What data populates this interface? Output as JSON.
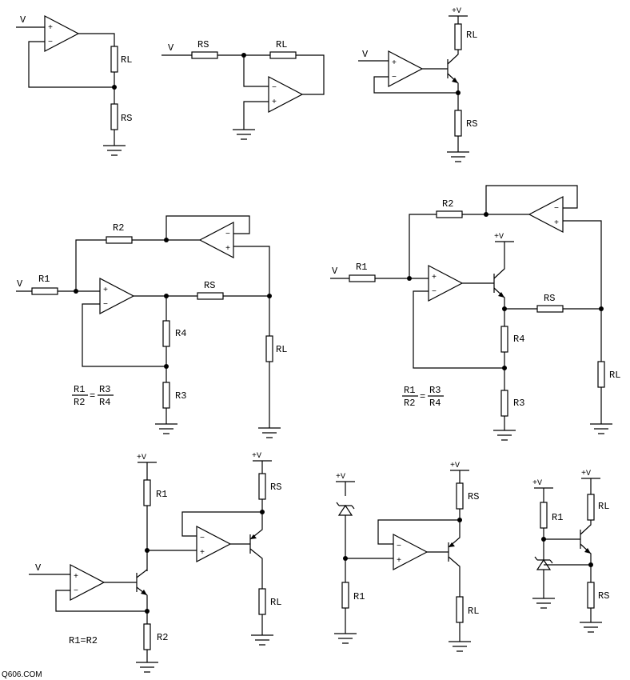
{
  "labels": {
    "v": "V",
    "rs": "RS",
    "rl": "RL",
    "r1": "R1",
    "r2": "R2",
    "r3": "R3",
    "r4": "R4",
    "vplus": "+V",
    "plus": "+",
    "minus": "−",
    "ratio_eq": "=",
    "r1_eq_r2": "R1=R2"
  },
  "watermark": "Q606.COM"
}
